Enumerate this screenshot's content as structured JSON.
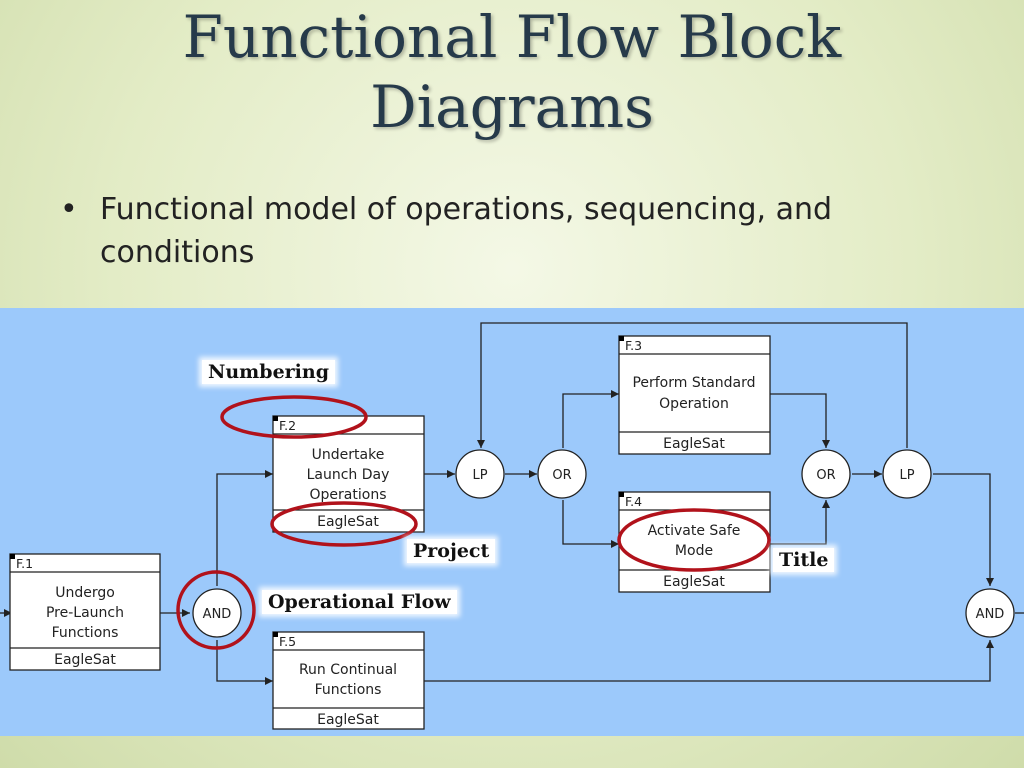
{
  "slide": {
    "title_line1": "Functional Flow Block",
    "title_line2": "Diagrams",
    "bullet": "Functional model of operations, sequencing, and conditions"
  },
  "colors": {
    "diagram_background": "#9cc9fb",
    "highlight_ring": "#b1121b",
    "block_fill": "#ffffff",
    "line": "#222222"
  },
  "blocks": [
    {
      "id": "F.1",
      "lines": [
        "Undergo",
        "Pre-Launch",
        "Functions"
      ],
      "project": "EagleSat"
    },
    {
      "id": "F.2",
      "lines": [
        "Undertake",
        "Launch Day",
        "Operations"
      ],
      "project": "EagleSat"
    },
    {
      "id": "F.3",
      "lines": [
        "Perform Standard",
        "Operation"
      ],
      "project": "EagleSat"
    },
    {
      "id": "F.4",
      "lines": [
        "Activate Safe",
        "Mode"
      ],
      "project": "EagleSat"
    },
    {
      "id": "F.5",
      "lines": [
        "Run Continual",
        "Functions"
      ],
      "project": "EagleSat"
    }
  ],
  "nodes": [
    {
      "id": "and-split",
      "label": "AND"
    },
    {
      "id": "lp-left",
      "label": "LP"
    },
    {
      "id": "or-split",
      "label": "OR"
    },
    {
      "id": "or-join",
      "label": "OR"
    },
    {
      "id": "lp-right",
      "label": "LP"
    },
    {
      "id": "and-join",
      "label": "AND"
    }
  ],
  "callouts": {
    "numbering": "Numbering",
    "project": "Project",
    "title": "Title",
    "operational_flow": "Operational Flow"
  }
}
